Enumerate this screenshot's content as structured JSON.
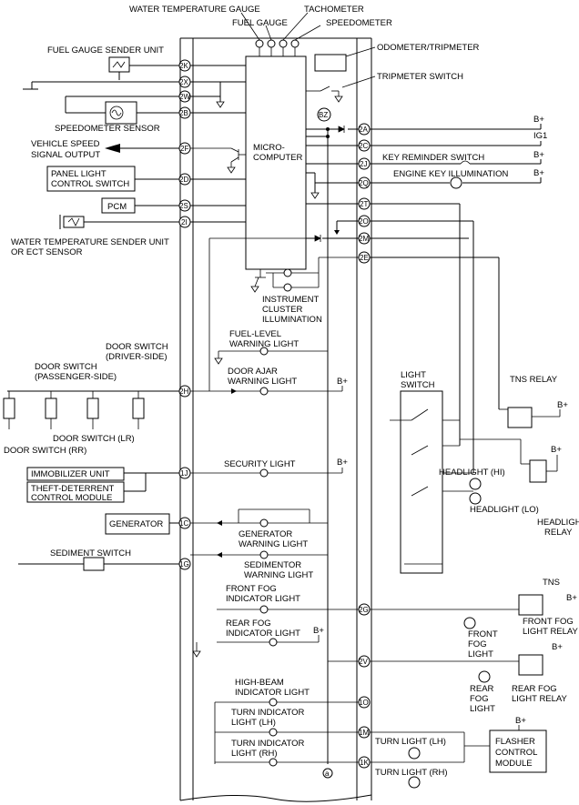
{
  "labels": {
    "water_temp_gauge": "WATER TEMPERATURE GAUGE",
    "fuel_gauge": "FUEL GAUGE",
    "tachometer": "TACHOMETER",
    "speedometer": "SPEEDOMETER",
    "fuel_sender": "FUEL GAUGE SENDER UNIT",
    "odometer": "ODOMETER/TRIPMETER",
    "tripmeter_switch": "TRIPMETER SWITCH",
    "speedometer_sensor": "SPEEDOMETER SENSOR",
    "vss_1": "VEHICLE SPEED",
    "vss_2": "SIGNAL OUTPUT",
    "micro_1": "MICRO-",
    "micro_2": "COMPUTER",
    "panel_1": "PANEL LIGHT",
    "panel_2": "CONTROL SWITCH",
    "pcm": "PCM",
    "key_reminder": "KEY REMINDER SWITCH",
    "engine_key": "ENGINE KEY ILLUMINATION",
    "water_sender_1": "WATER TEMPERATURE SENDER UNIT",
    "water_sender_2": "OR ECT SENSOR",
    "cluster_1": "INSTRUMENT",
    "cluster_2": "CLUSTER",
    "cluster_3": "ILLUMINATION",
    "fuel_level_1": "FUEL-LEVEL",
    "fuel_level_2": "WARNING LIGHT",
    "door_ajar_1": "DOOR AJAR",
    "door_ajar_2": "WARNING LIGHT",
    "door_driver_1": "DOOR SWITCH",
    "door_driver_2": "(DRIVER-SIDE)",
    "door_pass_1": "DOOR SWITCH",
    "door_pass_2": "(PASSENGER-SIDE)",
    "light_switch_1": "LIGHT",
    "light_switch_2": "SWITCH",
    "tns_relay": "TNS RELAY",
    "door_rr": "DOOR SWITCH (RR)",
    "door_lr": "DOOR SWITCH (LR)",
    "immobilizer": "IMMOBILIZER UNIT",
    "theft_1": "THEFT-DETERRENT",
    "theft_2": "CONTROL MODULE",
    "security": "SECURITY LIGHT",
    "headlight_hi": "HEADLIGHT (HI)",
    "headlight_lo": "HEADLIGHT (LO)",
    "headlight_relay_1": "HEADLIGHT",
    "headlight_relay_2": "RELAY",
    "generator": "GENERATOR",
    "gen_warn_1": "GENERATOR",
    "gen_warn_2": "WARNING LIGHT",
    "sediment_switch": "SEDIMENT SWITCH",
    "sed_warn_1": "SEDIMENTOR",
    "sed_warn_2": "WARNING LIGHT",
    "tns": "TNS",
    "ffog_ind_1": "FRONT FOG",
    "ffog_ind_2": "INDICATOR LIGHT",
    "ffog_light_1": "FRONT",
    "ffog_light_2": "FOG",
    "ffog_light_3": "LIGHT",
    "ffog_relay_1": "FRONT FOG",
    "ffog_relay_2": "LIGHT RELAY",
    "rfog_ind_1": "REAR FOG",
    "rfog_ind_2": "INDICATOR LIGHT",
    "rfog_light_1": "REAR",
    "rfog_light_2": "FOG",
    "rfog_light_3": "LIGHT",
    "rfog_relay_1": "REAR FOG",
    "rfog_relay_2": "LIGHT RELAY",
    "hb_1": "HIGH-BEAM",
    "hb_2": "INDICATOR LIGHT",
    "turn_lh_ind_1": "TURN INDICATOR",
    "turn_lh_ind_2": "LIGHT (LH)",
    "turn_rh_ind_1": "TURN INDICATOR",
    "turn_rh_ind_2": "LIGHT (RH)",
    "turn_lh": "TURN LIGHT (LH)",
    "turn_rh": "TURN LIGHT (RH)",
    "flasher_1": "FLASHER",
    "flasher_2": "CONTROL",
    "flasher_3": "MODULE",
    "b_plus": "B+",
    "ig1": "IG1",
    "marker_a": "a"
  },
  "pins_left": [
    "2K",
    "2X",
    "2W",
    "2B",
    "2F",
    "2D",
    "2S",
    "2I",
    "2H",
    "1J",
    "1C",
    "1G"
  ],
  "pins_right": [
    "2A",
    "2C",
    "2J",
    "2Q",
    "2T",
    "2O",
    "2M",
    "2E",
    "2G",
    "2V",
    "1O",
    "1M",
    "1K"
  ],
  "pin_bz": "BZ"
}
